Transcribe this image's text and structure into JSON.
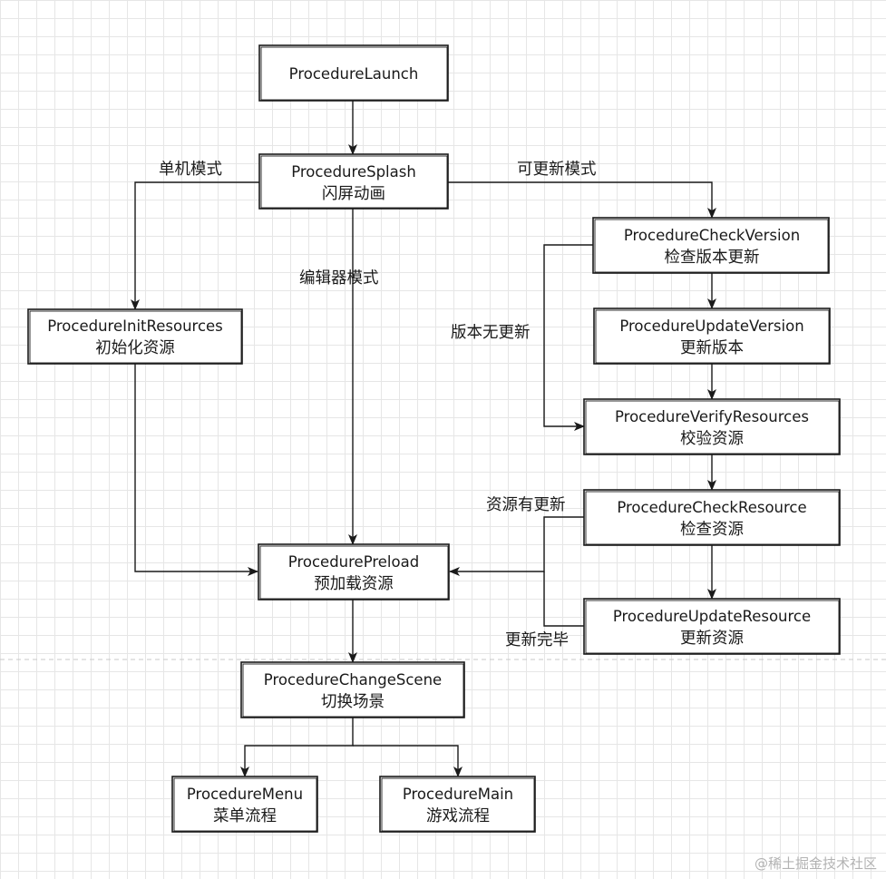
{
  "nodes": {
    "launch": {
      "title": "ProcedureLaunch",
      "subtitle": ""
    },
    "splash": {
      "title": "ProcedureSplash",
      "subtitle": "闪屏动画"
    },
    "check_version": {
      "title": "ProcedureCheckVersion",
      "subtitle": "检查版本更新"
    },
    "update_version": {
      "title": "ProcedureUpdateVersion",
      "subtitle": "更新版本"
    },
    "verify_resources": {
      "title": "ProcedureVerifyResources",
      "subtitle": "校验资源"
    },
    "init_resources": {
      "title": "ProcedureInitResources",
      "subtitle": "初始化资源"
    },
    "check_resource": {
      "title": "ProcedureCheckResource",
      "subtitle": "检查资源"
    },
    "update_resource": {
      "title": "ProcedureUpdateResource",
      "subtitle": "更新资源"
    },
    "preload": {
      "title": "ProcedurePreload",
      "subtitle": "预加载资源"
    },
    "change_scene": {
      "title": "ProcedureChangeScene",
      "subtitle": "切换场景"
    },
    "menu": {
      "title": "ProcedureMenu",
      "subtitle": "菜单流程"
    },
    "main": {
      "title": "ProcedureMain",
      "subtitle": "游戏流程"
    }
  },
  "edge_labels": {
    "standalone_mode": "单机模式",
    "updatable_mode": "可更新模式",
    "editor_mode": "编辑器模式",
    "no_version_update": "版本无更新",
    "resource_has_update": "资源有更新",
    "update_complete": "更新完毕"
  },
  "watermark": "@稀土掘金技术社区"
}
